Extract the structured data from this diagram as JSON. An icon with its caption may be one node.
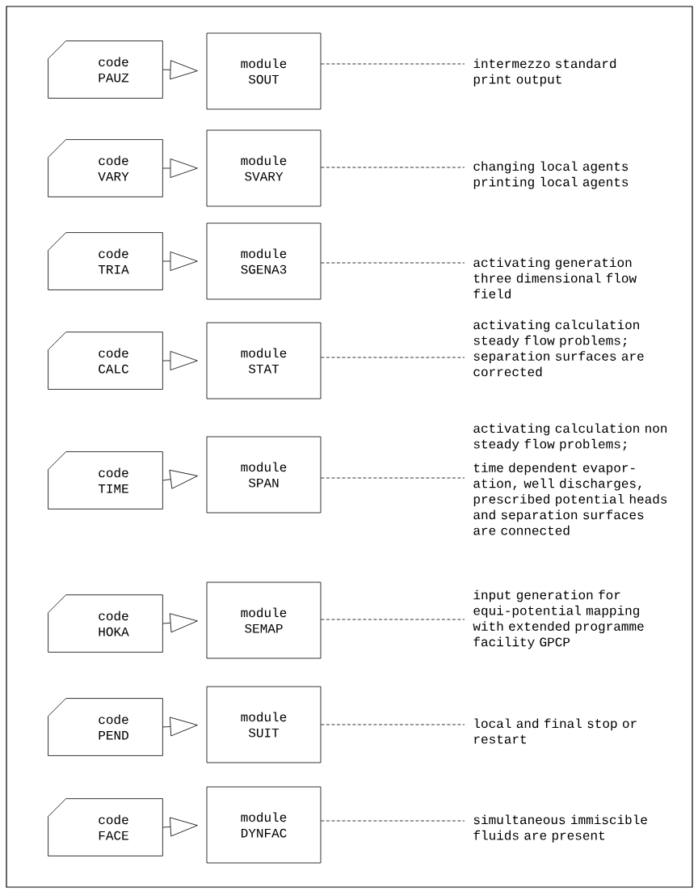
{
  "diagram": {
    "nodes": [
      {
        "text": [
          "code PAUZ"
        ]
      },
      {
        "text": [
          "module SOUT"
        ]
      },
      {
        "text": [
          "intermezzo standard print output"
        ]
      },
      {
        "text": [
          "code VARY"
        ]
      },
      {
        "text": [
          "module SVARY"
        ]
      },
      {
        "text": [
          "changing local agents printing local agents"
        ]
      },
      {
        "text": [
          "code TRIA"
        ]
      },
      {
        "text": [
          "module SGENA3"
        ]
      },
      {
        "text": [
          "activating generation three dimensional flow field"
        ]
      },
      {
        "text": [
          "code CALC"
        ]
      },
      {
        "text": [
          "module STAT"
        ]
      },
      {
        "text": [
          "activating calculation steady flow problems; separation surfaces are corrected"
        ]
      },
      {
        "text": [
          "code TIME"
        ]
      },
      {
        "text": [
          "module SPAN"
        ]
      },
      {
        "text": [
          "activating calculation non steady flow problems;",
          "time dependent evapor- ation, well discharges, prescribed potential heads and separation surfaces are connected"
        ]
      },
      {
        "text": [
          "code HOKA"
        ]
      },
      {
        "text": [
          "module SEMAP"
        ]
      },
      {
        "text": [
          "input generation for equi-potential mapping with extended programme facility GPCP"
        ]
      },
      {
        "text": [
          "code PEND"
        ]
      },
      {
        "text": [
          "module SUIT"
        ]
      },
      {
        "text": [
          "local and final stop or restart"
        ]
      },
      {
        "text": [
          "code FACE"
        ]
      },
      {
        "text": [
          "module DYNFAC"
        ]
      },
      {
        "text": [
          "simultaneous immiscible fluids are present"
        ]
      }
    ],
    "edges": [
      {
        "from": 0,
        "to": 1,
        "arrow": "to"
      },
      {
        "from": 1,
        "to": 2,
        "arrow": "none",
        "style": "dashed"
      },
      {
        "from": 3,
        "to": 4,
        "arrow": "to"
      },
      {
        "from": 4,
        "to": 5,
        "arrow": "none",
        "style": "dashed"
      },
      {
        "from": 6,
        "to": 7,
        "arrow": "to"
      },
      {
        "from": 7,
        "to": 8,
        "arrow": "none",
        "style": "dashed"
      },
      {
        "from": 9,
        "to": 10,
        "arrow": "to"
      },
      {
        "from": 10,
        "to": 11,
        "arrow": "none",
        "style": "dashed"
      },
      {
        "from": 12,
        "to": 13,
        "arrow": "to"
      },
      {
        "from": 13,
        "to": 14,
        "arrow": "none",
        "style": "dashed"
      },
      {
        "from": 15,
        "to": 16,
        "arrow": "to"
      },
      {
        "from": 16,
        "to": 17,
        "arrow": "none",
        "style": "dashed"
      },
      {
        "from": 18,
        "to": 19,
        "arrow": "to"
      },
      {
        "from": 19,
        "to": 20,
        "arrow": "none",
        "style": "dashed"
      },
      {
        "from": 21,
        "to": 22,
        "arrow": "to"
      },
      {
        "from": 22,
        "to": 23,
        "arrow": "none",
        "style": "dashed"
      }
    ]
  }
}
